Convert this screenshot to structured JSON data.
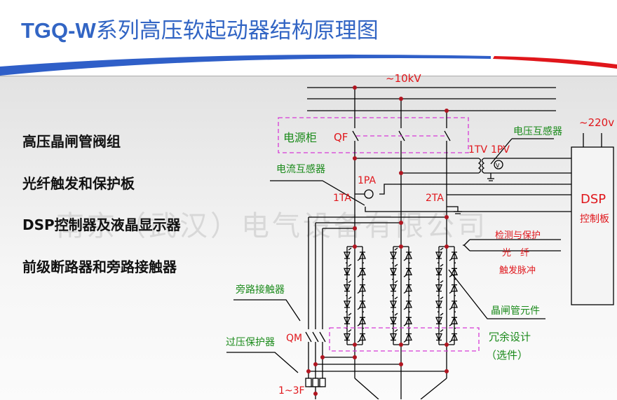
{
  "title": {
    "prefix": "TGQ-W",
    "rest": "系列高压软起动器结构原理图"
  },
  "components": [
    "高压晶闸管阀组",
    "光纤触发和保护板",
    "DSP控制器及液晶显示器",
    "前级断路器和旁路接触器"
  ],
  "watermark": "南京（武汉）电气设备有限公司",
  "diagram": {
    "bus_voltage": "~10kV",
    "supply_cabinet": "电源柜",
    "breaker": "QF",
    "control_voltage": "~220v",
    "voltage_transformer": "电压互感器",
    "tv": "1TV",
    "pv": "1PV",
    "current_transformer": "电流互感器",
    "pa": "1PA",
    "ta1": "1TA",
    "ta2": "2TA",
    "dsp": "DSP",
    "dsp_sub": "控制板",
    "fiber_top": "检测与保护",
    "fiber_mid": "光　纤",
    "fiber_bot": "触发脉冲",
    "thyristor": "晶闸管元件",
    "bypass": "旁路接触器",
    "qm": "QM",
    "redundant": "冗余设计",
    "optional": "（选件）",
    "overvoltage": "过压保护器",
    "arresters": "1~3F",
    "colors": {
      "red": "#e0161b",
      "green": "#1a8a1a",
      "magenta": "#d63ad6",
      "blue": "#3265c4"
    }
  }
}
